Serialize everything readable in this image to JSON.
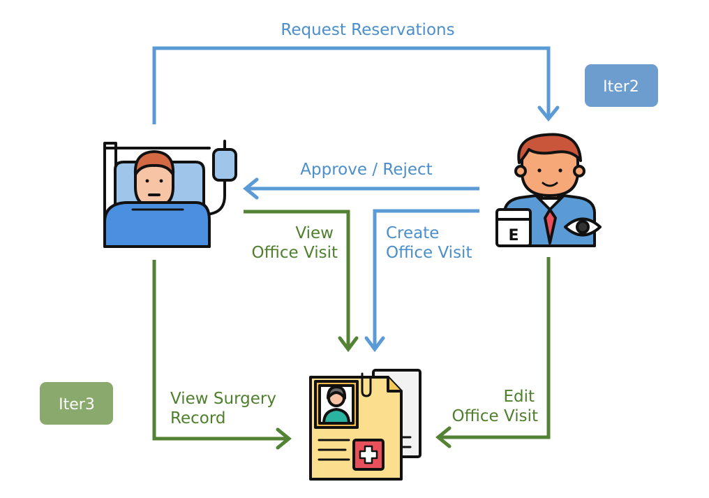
{
  "colors": {
    "blue_flow": "#5b9bd5",
    "green_flow": "#548235",
    "iter2_badge": "#6d9ccf",
    "iter3_badge": "#8aa96c"
  },
  "badges": {
    "iter2": "Iter2",
    "iter3": "Iter3"
  },
  "actors": {
    "patient": "patient-in-bed-icon",
    "doctor": "doctor-icon",
    "record": "medical-record-icon"
  },
  "edges": {
    "request_reservations": "Request Reservations",
    "approve_reject": "Approve / Reject",
    "view_office_visit": [
      "View",
      "Office Visit"
    ],
    "create_office_visit": [
      "Create",
      "Office Visit"
    ],
    "view_surgery_record": [
      "View Surgery",
      "Record"
    ],
    "edit_office_visit": [
      "Edit",
      "Office Visit"
    ]
  }
}
